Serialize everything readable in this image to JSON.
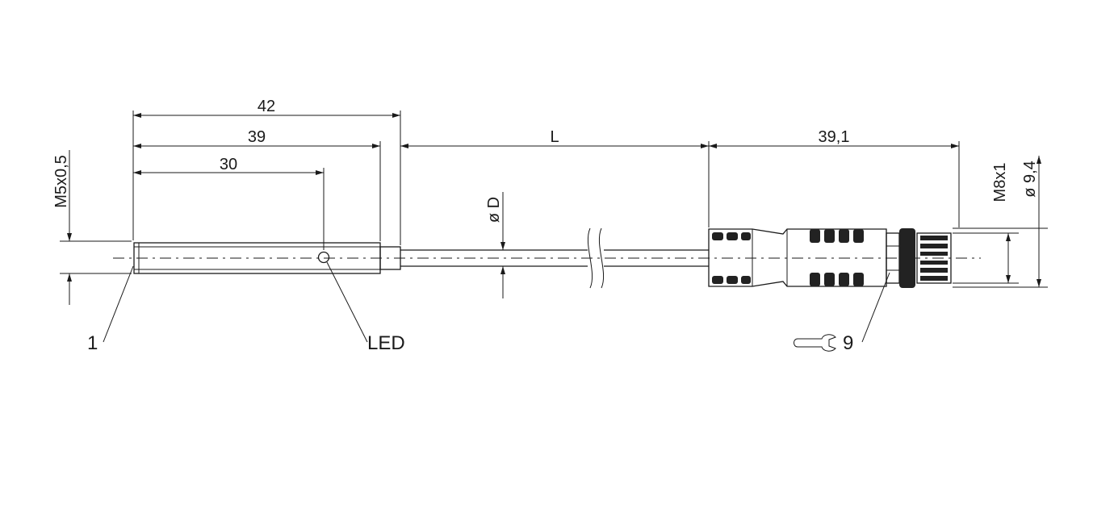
{
  "dimensions": {
    "overall_length": "42",
    "body_length": "39",
    "led_position": "30",
    "cable_length": "L",
    "connector_length": "39,1",
    "thread_sensor": "M5x0,5",
    "cable_diameter": "ø D",
    "thread_connector": "M8x1",
    "connector_diameter": "ø 9,4"
  },
  "callouts": {
    "sensing_face": "1",
    "led": "LED",
    "wrench": "9"
  }
}
